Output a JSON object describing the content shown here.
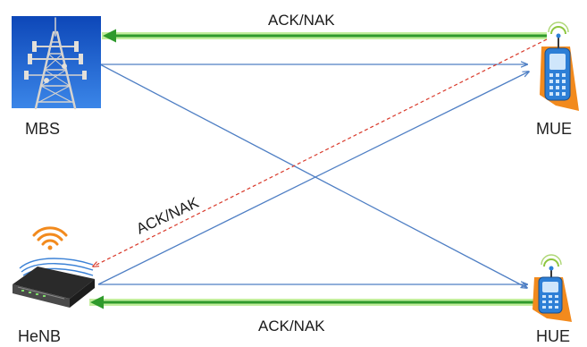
{
  "nodes": {
    "mbs": {
      "label": "MBS",
      "icon": "cell-tower-icon"
    },
    "mue": {
      "label": "MUE",
      "icon": "mobile-phone-icon"
    },
    "henb": {
      "label": "HeNB",
      "icon": "wifi-router-icon"
    },
    "hue": {
      "label": "HUE",
      "icon": "mobile-phone-icon"
    }
  },
  "feedback": {
    "top_label": "ACK/NAK",
    "diagonal_label": "ACK/NAK",
    "bottom_label": "ACK/NAK"
  },
  "colors": {
    "feedback_arrow": "#2f9a2c",
    "feedback_glow": "#b9ec8c",
    "data_link": "#4f7fc4",
    "interference_feedback": "#d93a2b",
    "tower_sky": "#1c5fd0",
    "phone_body": "#2d7fd6",
    "phone_frame": "#f28a1d"
  }
}
